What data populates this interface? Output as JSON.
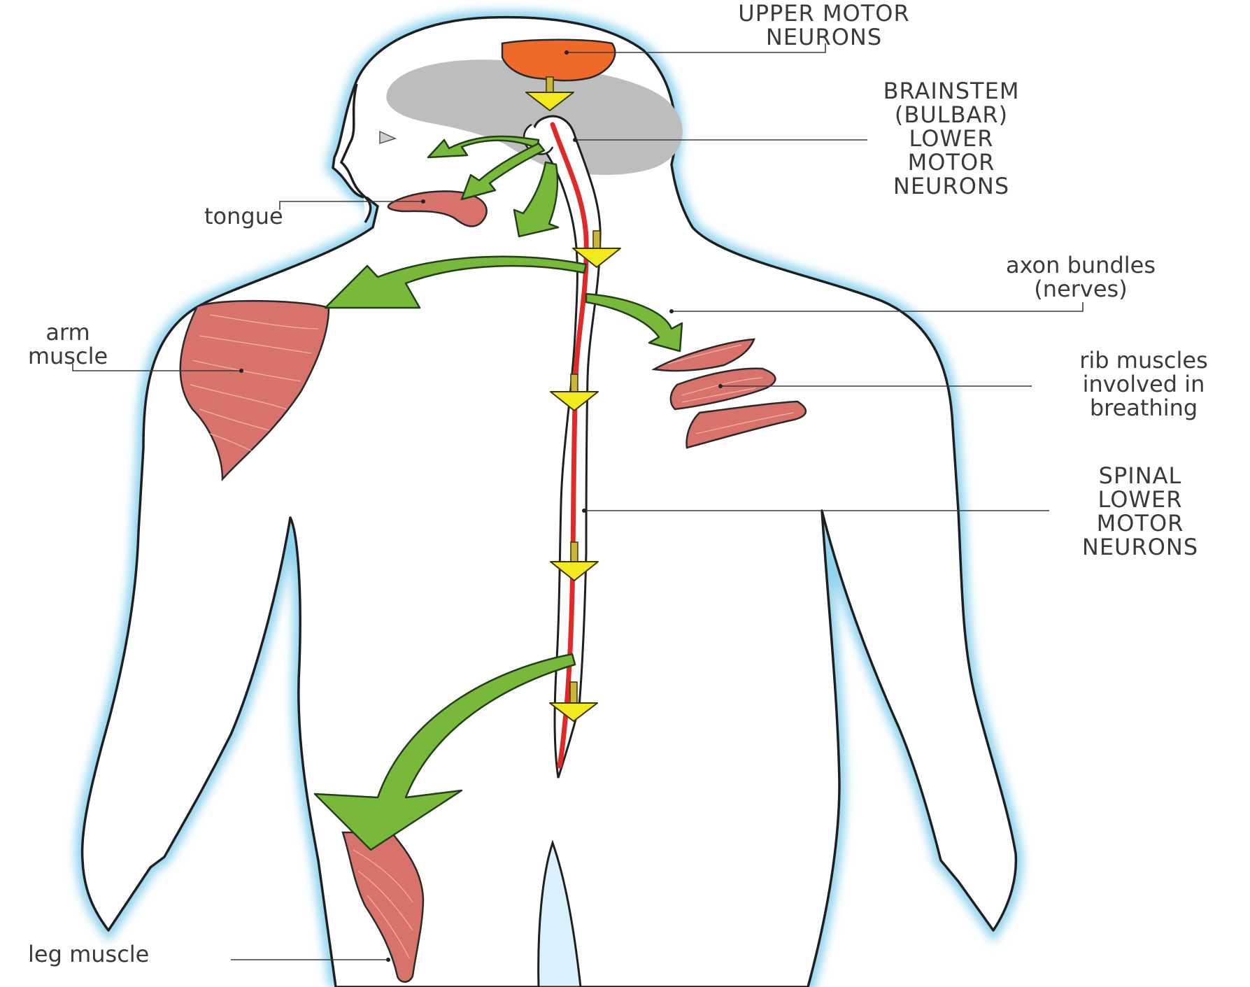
{
  "labels": {
    "upper_motor_neurons": "UPPER MOTOR\nNEURONS",
    "brainstem": "BRAINSTEM\n(BULBAR)\nLOWER\nMOTOR\nNEURONS",
    "tongue": "tongue",
    "axon_bundles": "axon bundles\n(nerves)",
    "arm_muscle": "arm\nmuscle",
    "rib_muscles": "rib muscles\ninvolved in\nbreathing",
    "spinal_lower_motor_neurons": "SPINAL\nLOWER\nMOTOR\nNEURONS",
    "leg_muscle": "leg muscle"
  },
  "colors": {
    "body_glow": "#8fd3ee",
    "brain": "#bdbdbd",
    "upper_neurons": "#ef6a2a",
    "muscle": "#d8736b",
    "spinal_cord": "#e02a2a",
    "nerve_arrow": "#78b83a",
    "signal_arrow": "#f2ea1f"
  }
}
